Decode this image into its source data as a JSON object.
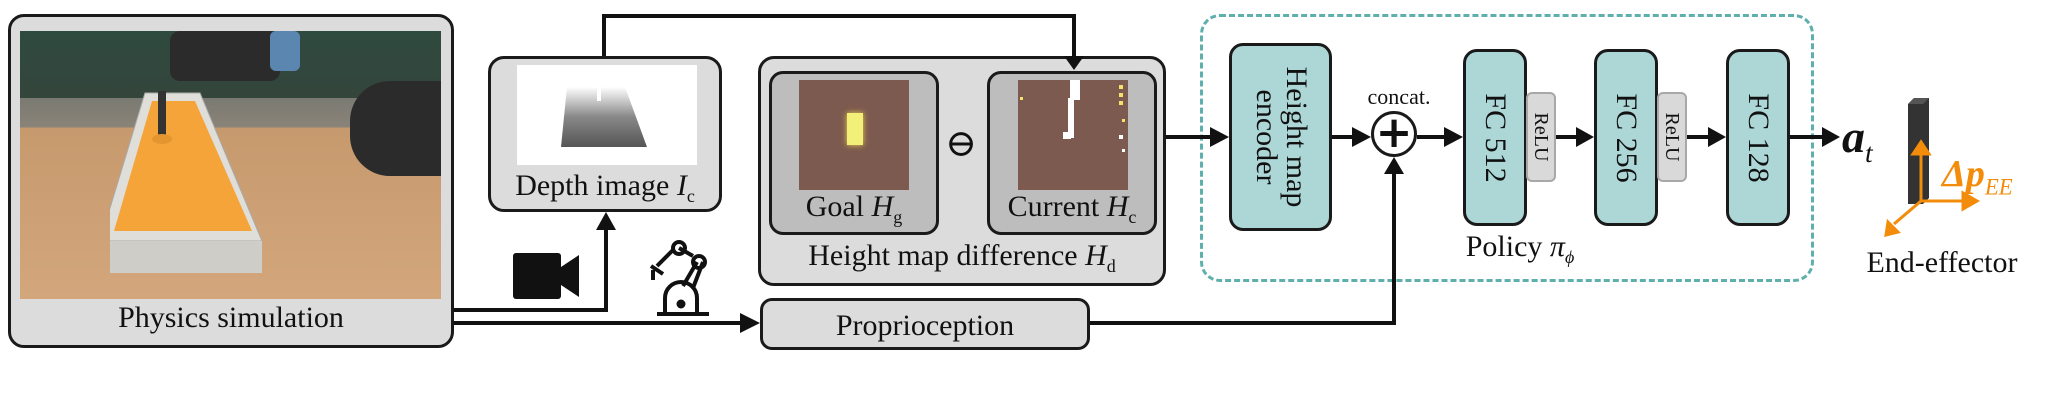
{
  "diagram": {
    "physics_simulation": {
      "label": "Physics simulation"
    },
    "depth_image": {
      "label": "Depth image",
      "symbol": "I",
      "subscript": "c"
    },
    "height_map_difference": {
      "label": "Height map difference",
      "symbol": "H",
      "subscript": "d",
      "goal": {
        "label": "Goal",
        "symbol": "H",
        "subscript": "g"
      },
      "current": {
        "label": "Current",
        "symbol": "H",
        "subscript": "c"
      },
      "operator": "⊖"
    },
    "proprioception": {
      "label": "Proprioception"
    },
    "policy": {
      "label": "Policy",
      "symbol": "π",
      "subscript": "ϕ",
      "encoder": {
        "label_line1": "Height map",
        "label_line2": "encoder"
      },
      "concat": {
        "label": "concat.",
        "operator": "+"
      },
      "layers": [
        {
          "label": "FC 512",
          "activation": "ReLU"
        },
        {
          "label": "FC 256",
          "activation": "ReLU"
        },
        {
          "label": "FC 128",
          "activation": ""
        }
      ]
    },
    "action": {
      "symbol": "a",
      "subscript": "t"
    },
    "end_effector": {
      "label": "End-effector",
      "delta_symbol": "Δp",
      "delta_subscript": "EE"
    },
    "icons": [
      "camera-icon",
      "robot-arm-icon"
    ],
    "colors": {
      "teal_fill": "#add7d7",
      "teal_dash": "#5fb0ac",
      "orange": "#f28c0a",
      "box_fill": "#dcdcdc",
      "inner_fill": "#bdbdbd",
      "heightmap": "#7d5a4f"
    }
  }
}
